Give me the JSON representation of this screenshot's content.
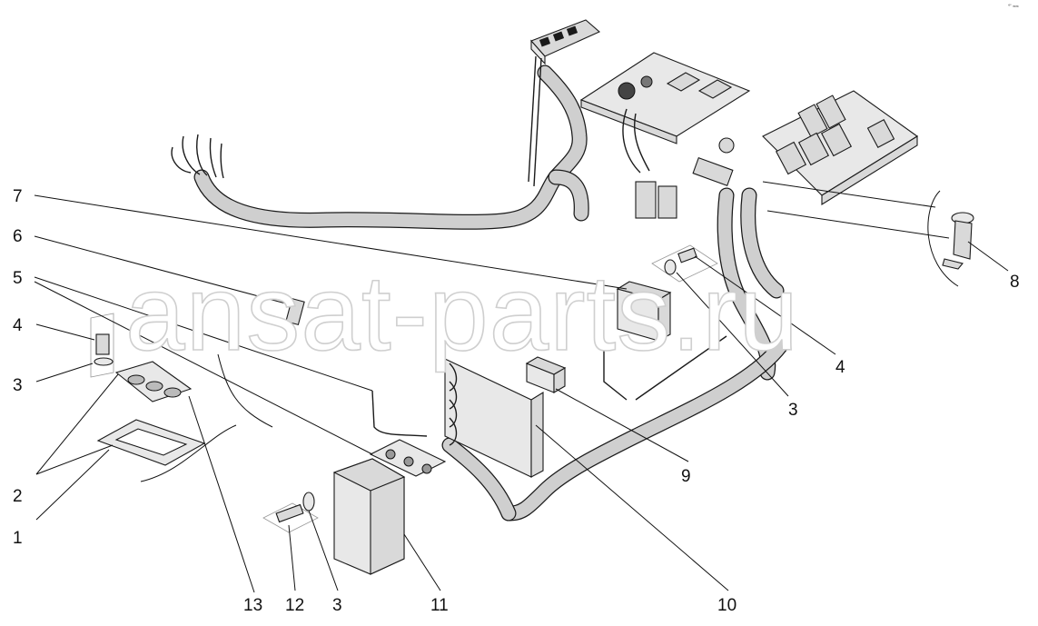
{
  "watermark": "ansat-parts.ru",
  "corner_mark": "°' ≈≈",
  "callouts": {
    "c1": "1",
    "c2": "2",
    "c3a": "3",
    "c4a": "4",
    "c5": "5",
    "c6": "6",
    "c7": "7",
    "c8": "8",
    "c4b": "4",
    "c3b": "3",
    "c9": "9",
    "c10": "10",
    "c11": "11",
    "c3c": "3",
    "c12": "12",
    "c13": "13"
  }
}
